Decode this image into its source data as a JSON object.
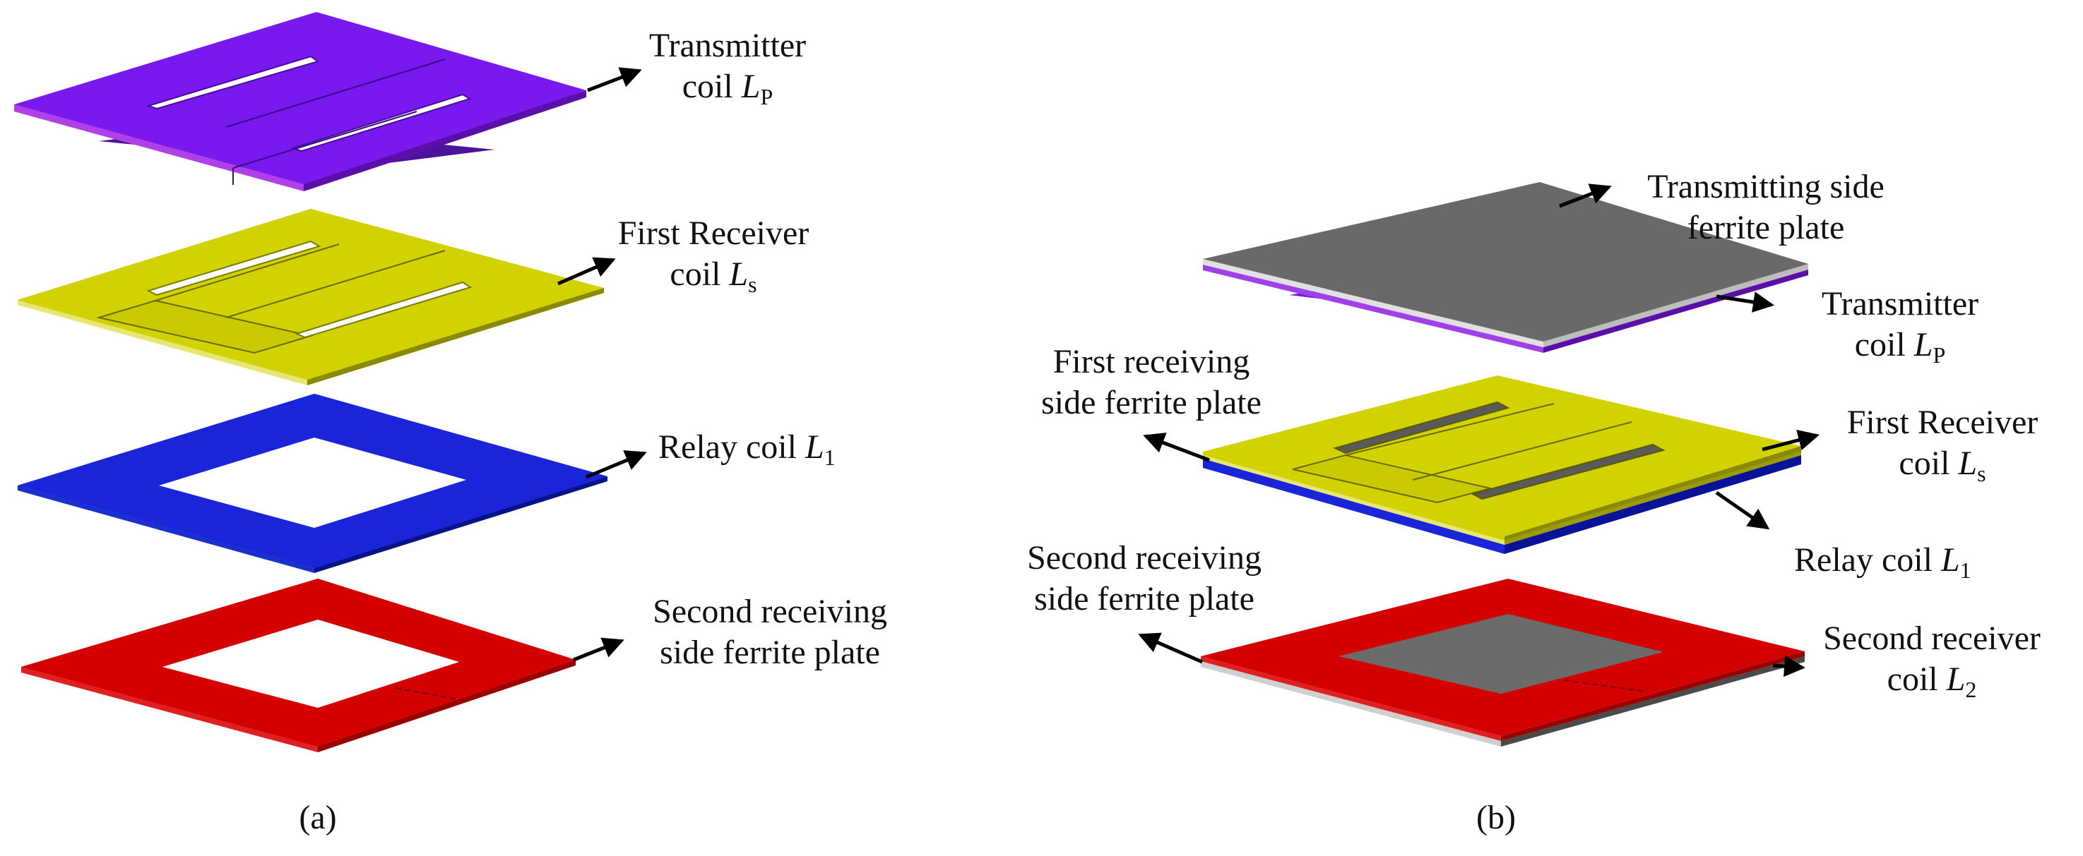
{
  "panel_a": {
    "caption": "(a)",
    "labels": [
      {
        "line1": "Transmitter",
        "line2": "coil",
        "symbol": "L",
        "sub": "P"
      },
      {
        "line1": "First Receiver",
        "line2": "coil",
        "symbol": "L",
        "sub": "s"
      },
      {
        "line1": "Relay coil",
        "symbol": "L",
        "sub": "1"
      },
      {
        "line1": "Second receiving",
        "line2": "side ferrite plate"
      }
    ]
  },
  "panel_b": {
    "caption": "(b)",
    "labels": [
      {
        "line1": "Transmitting side",
        "line2": "ferrite plate"
      },
      {
        "line1": "Transmitter",
        "line2": "coil",
        "symbol": "L",
        "sub": "P"
      },
      {
        "line1": "First receiving",
        "line2": "side ferrite plate"
      },
      {
        "line1": "First Receiver",
        "line2": "coil",
        "symbol": "L",
        "sub": "s"
      },
      {
        "line1": "Relay coil",
        "symbol": "L",
        "sub": "1"
      },
      {
        "line1": "Second receiving",
        "line2": "side ferrite plate"
      },
      {
        "line1": "Second receiver",
        "line2": "coil",
        "symbol": "L",
        "sub": "2"
      }
    ]
  },
  "colors": {
    "transmitter_coil": "#7a18f0",
    "first_receiver_coil": "#d2d200",
    "relay_coil": "#1a24d8",
    "second_plate_red": "#d40000",
    "ferrite_gray": "#696969",
    "arrow": "#000000"
  }
}
